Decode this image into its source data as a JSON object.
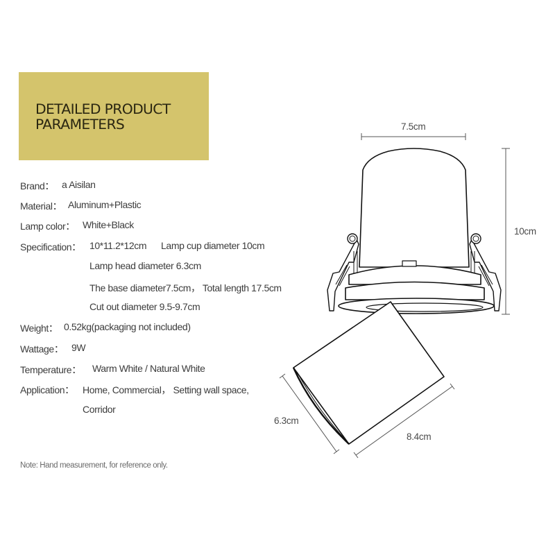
{
  "header": {
    "title_line1": "DETAILED PRODUCT",
    "title_line2": "PARAMETERS",
    "accent_color": "#d4c46c"
  },
  "specs": [
    {
      "label": "Brand：",
      "value": "a Aisilan"
    },
    {
      "label": "Material：",
      "value": "Aluminum+Plastic"
    },
    {
      "label": "Lamp color：",
      "value": "White+Black"
    },
    {
      "label": "Specification：",
      "value": "10*11.2*12cm      Lamp cup diameter 10cm"
    },
    {
      "label": "",
      "value": "Lamp head diameter 6.3cm"
    },
    {
      "label": "",
      "value": "The base diameter7.5cm， Total length 17.5cm"
    },
    {
      "label": "",
      "value": "Cut out diameter 9.5-9.7cm"
    },
    {
      "label": "Weight：",
      "value": "0.52kg(packaging not included)"
    },
    {
      "label": "Wattage：",
      "value": "9W"
    },
    {
      "label": "Temperature：",
      "value": "Warm White / Natural White"
    },
    {
      "label": "Application：",
      "value": "Home, Commercial， Setting wall space,"
    },
    {
      "label": "",
      "value": "Corridor"
    }
  ],
  "note": "Note: Hand measurement, for reference only.",
  "dimensions": {
    "base_width": "7.5cm",
    "cup_height": "10cm",
    "head_diameter": "6.3cm",
    "head_length": "8.4cm"
  }
}
